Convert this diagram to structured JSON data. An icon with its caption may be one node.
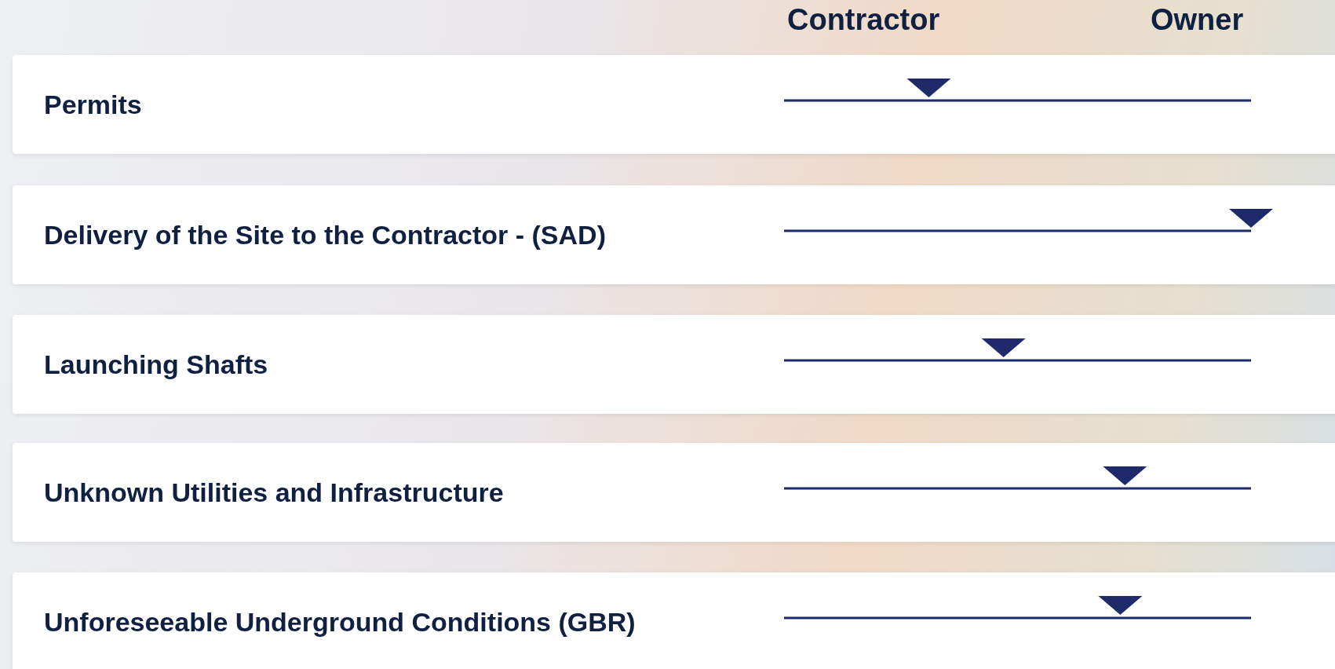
{
  "diagram": {
    "nodes": [
      {
        "text": [
          "Permits"
        ]
      },
      {
        "text": [
          "Delivery of the Site to the Contractor - (SAD)"
        ]
      },
      {
        "text": [
          "Launching Shafts"
        ]
      },
      {
        "text": [
          "Unknown Utilities and Infrastructure"
        ]
      },
      {
        "text": [
          "Unforeseeable Underground Conditions (GBR)"
        ]
      }
    ],
    "labels": [
      "Contractor",
      "Owner"
    ]
  }
}
